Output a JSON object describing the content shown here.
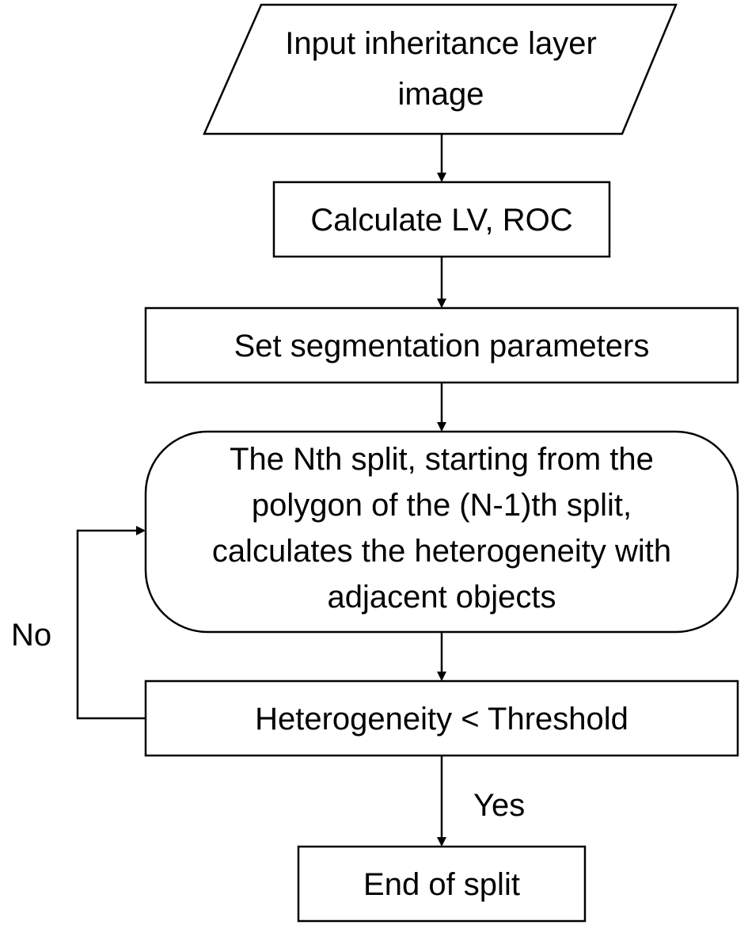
{
  "nodes": {
    "input": {
      "shape": "parallelogram",
      "lines": [
        "Input inheritance layer",
        "image"
      ]
    },
    "calculate": {
      "shape": "rectangle",
      "lines": [
        "Calculate LV, ROC"
      ]
    },
    "set_params": {
      "shape": "rectangle",
      "lines": [
        "Set segmentation parameters"
      ]
    },
    "split": {
      "shape": "rounded-rectangle",
      "lines": [
        "The Nth split, starting from the",
        "polygon of the (N-1)th split,",
        "calculates the heterogeneity with",
        "adjacent objects"
      ]
    },
    "decision": {
      "shape": "rectangle",
      "lines": [
        "Heterogeneity < Threshold"
      ]
    },
    "end": {
      "shape": "rectangle",
      "lines": [
        "End of split"
      ]
    }
  },
  "edges": {
    "no_label": "No",
    "yes_label": "Yes"
  },
  "colors": {
    "stroke": "#000000",
    "fill": "#ffffff",
    "text": "#000000"
  }
}
